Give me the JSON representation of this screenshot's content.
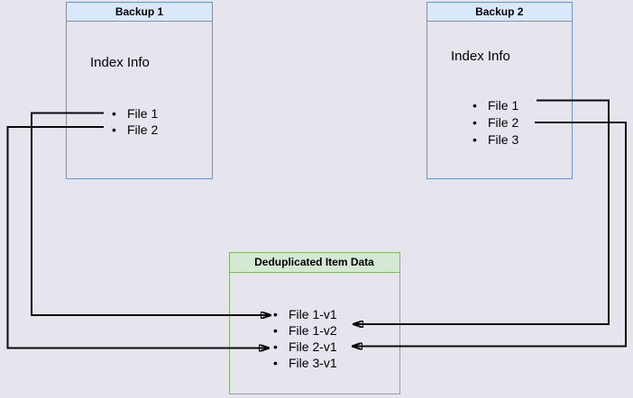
{
  "canvas": {
    "background": "#e6e5ee"
  },
  "bullet": "•",
  "colors": {
    "blue_header_fill": "#dae8fc",
    "blue_border": "#6f93c6",
    "green_header_fill": "#d5e8d4",
    "green_border": "#82b366",
    "connector": "#0a0a0a"
  },
  "boxes": {
    "backup1": {
      "title": "Backup 1",
      "subtitle": "Index Info",
      "items": [
        "File 1",
        "File 2"
      ]
    },
    "backup2": {
      "title": "Backup 2",
      "subtitle": "Index Info",
      "items": [
        "File 1",
        "File 2",
        "File 3"
      ]
    },
    "dedup": {
      "title": "Deduplicated Item Data",
      "items": [
        "File 1-v1",
        "File 1-v2",
        "File 2-v1",
        "File 3-v1"
      ]
    }
  },
  "connections": [
    {
      "from": "Backup 1 / File 1",
      "to": "Deduplicated Item Data / File 1-v1",
      "side": "left"
    },
    {
      "from": "Backup 1 / File 2",
      "to": "Deduplicated Item Data / File 2-v1",
      "side": "left"
    },
    {
      "from": "Backup 2 / File 1",
      "to": "Deduplicated Item Data / File 1-v2",
      "side": "right"
    },
    {
      "from": "Backup 2 / File 2",
      "to": "Deduplicated Item Data / File 2-v1",
      "side": "right"
    }
  ]
}
